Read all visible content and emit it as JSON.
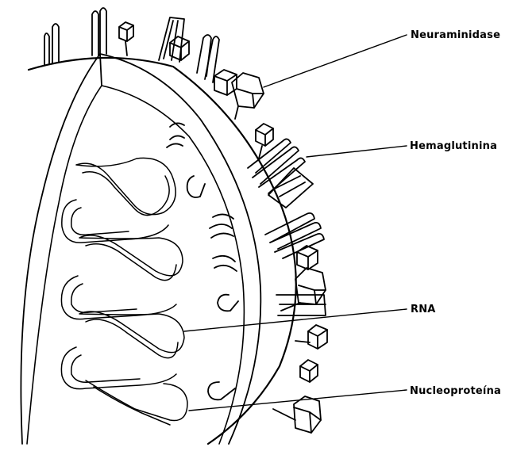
{
  "labels": {
    "neuraminidase": "Neuraminidase",
    "hemaglutinina": "Hemaglutinina",
    "rna": "RNA",
    "nucleoproteina": "Nucleoproteína"
  },
  "colors": {
    "line": "#000000",
    "background": "#ffffff",
    "fill": "#ffffff"
  }
}
